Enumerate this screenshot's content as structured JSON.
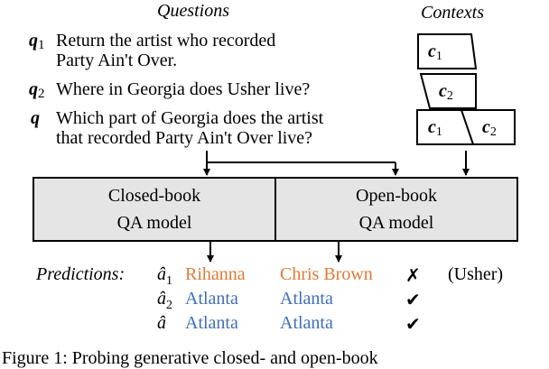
{
  "headers": {
    "questions": "Questions",
    "contexts": "Contexts"
  },
  "questions": [
    {
      "label": "q",
      "sub": "1",
      "line1": "Return the artist who recorded",
      "line2": "Party Ain't Over."
    },
    {
      "label": "q",
      "sub": "2",
      "line1": "Where in Georgia does Usher live?",
      "line2": ""
    },
    {
      "label": "q",
      "sub": "",
      "line1": "Which part of Georgia does the artist",
      "line2": "that recorded Party Ain't Over live?"
    }
  ],
  "contexts": {
    "c1": {
      "label": "c",
      "sub": "1"
    },
    "c2": {
      "label": "c",
      "sub": "2"
    }
  },
  "models": {
    "closed_line1": "Closed-book",
    "closed_line2": "QA model",
    "open_line1": "Open-book",
    "open_line2": "QA model"
  },
  "predictions": {
    "label": "Predictions:",
    "rows": [
      {
        "symbol": "â",
        "sub": "1",
        "closed": "Rihanna",
        "open": "Chris Brown",
        "mark": "✗",
        "note": "(Usher)"
      },
      {
        "symbol": "â",
        "sub": "2",
        "closed": "Atlanta",
        "open": "Atlanta",
        "mark": "✔",
        "note": ""
      },
      {
        "symbol": "â",
        "sub": "",
        "closed": "Atlanta",
        "open": "Atlanta",
        "mark": "✔",
        "note": ""
      }
    ]
  },
  "colors": {
    "closed_row1": "#e07b39",
    "open_row1": "#e07b39",
    "rows_2_3": "#3f6fba",
    "box_fill": "#e5e5e5"
  },
  "caption": "Figure 1: Probing generative closed- and open-book"
}
